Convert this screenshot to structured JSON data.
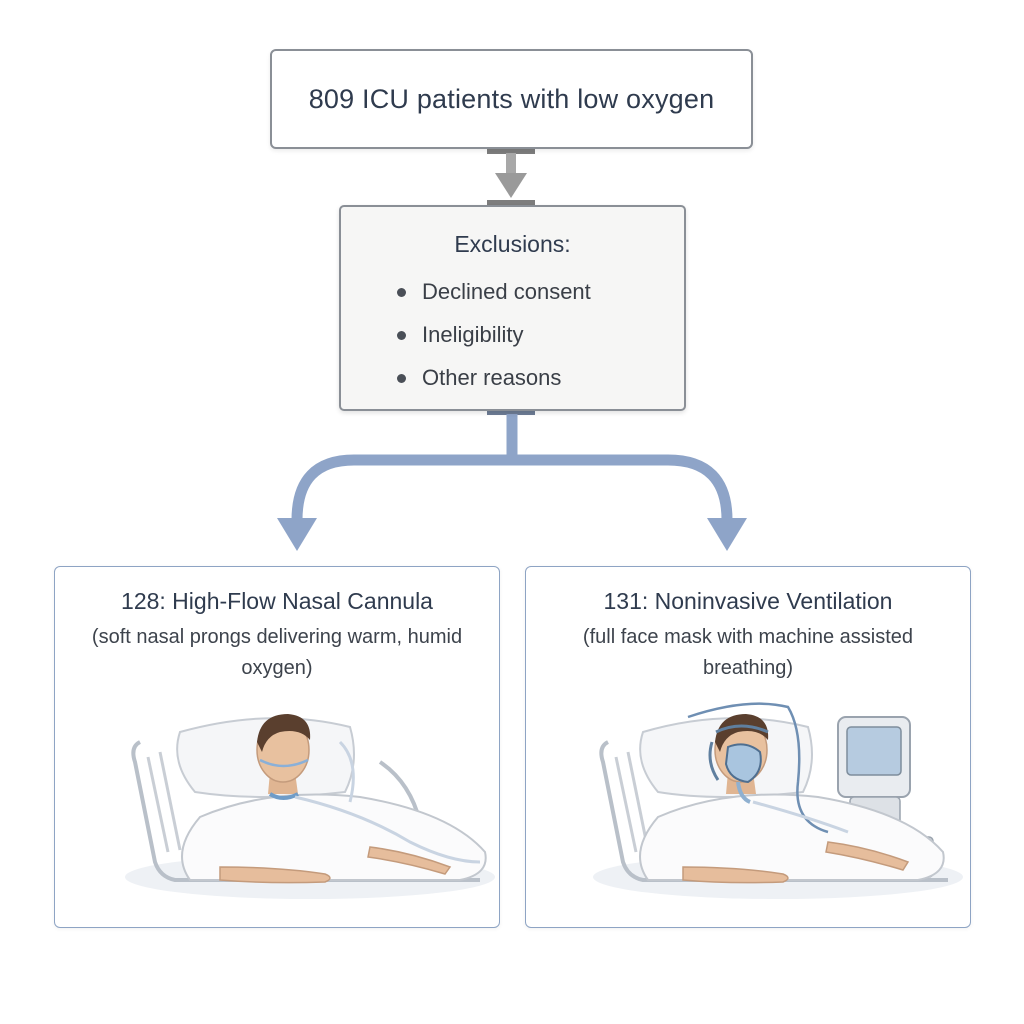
{
  "top_box": {
    "text": "809 ICU patients with low oxygen"
  },
  "exclusions": {
    "title": "Exclusions:",
    "items": [
      "Declined consent",
      "Ineligibility",
      "Other reasons"
    ]
  },
  "arms": [
    {
      "title": "128: High-Flow Nasal Cannula",
      "description": "(soft nasal prongs delivering warm, humid oxygen)"
    },
    {
      "title": "131: Noninvasive Ventilation",
      "description": "(full face mask with machine assisted breathing)"
    }
  ],
  "colors": {
    "gray_arrow": "#9a9a9a",
    "blue_arrow": "#8ea4c8",
    "box_border": "#8a8f96",
    "arm_border": "#8ea4c4"
  }
}
